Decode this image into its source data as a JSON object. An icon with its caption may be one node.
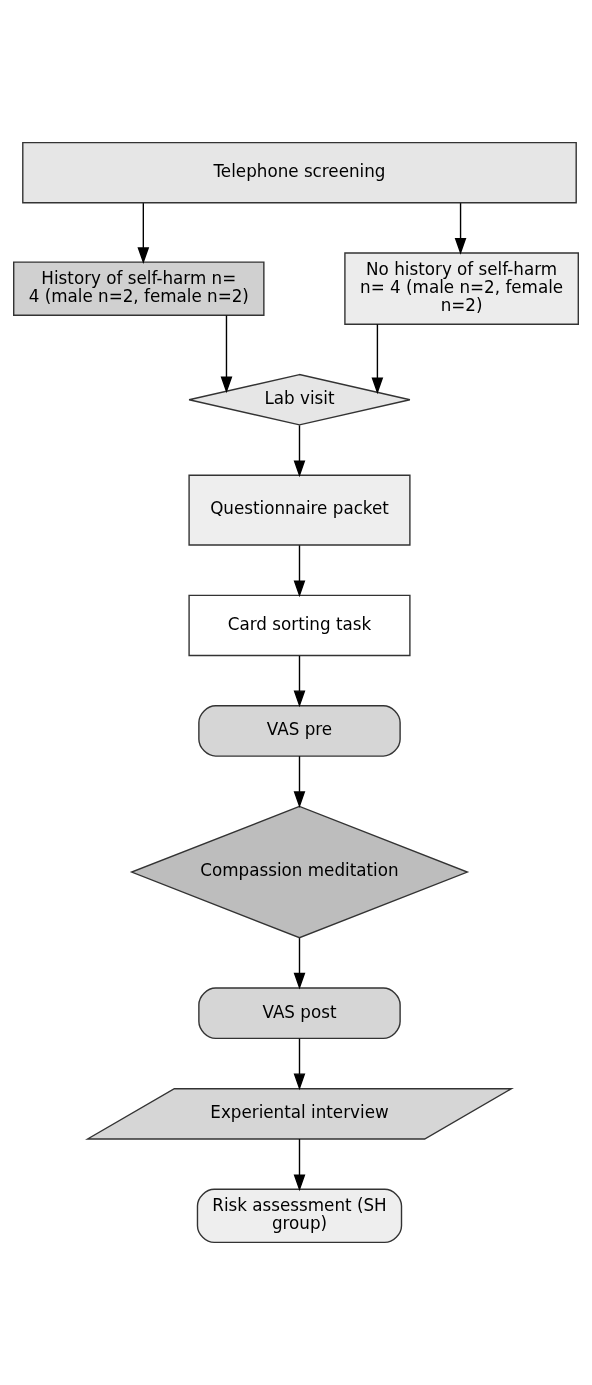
{
  "diagram": {
    "nodes": [
      {
        "text": [
          "Telephone screening"
        ]
      },
      {
        "text": [
          "History of self-harm n= 4 (male n=2, female n=2)"
        ]
      },
      {
        "text": [
          "No history of self-harm n= 4 (male n=2, female n=2)"
        ]
      },
      {
        "text": [
          "Lab visit"
        ]
      },
      {
        "text": [
          "Questionnaire packet"
        ]
      },
      {
        "text": [
          "Card sorting task"
        ]
      },
      {
        "text": [
          "VAS pre"
        ]
      },
      {
        "text": [
          "Compassion meditation"
        ]
      },
      {
        "text": [
          "VAS post"
        ]
      },
      {
        "text": [
          "Experiental interview"
        ]
      },
      {
        "text": [
          "Risk assessment (SH group)"
        ]
      }
    ],
    "edges": [
      {
        "from": 0,
        "to": 1,
        "arrow": "to"
      },
      {
        "from": 0,
        "to": 2,
        "arrow": "to"
      },
      {
        "from": 1,
        "to": 3,
        "arrow": "to"
      },
      {
        "from": 2,
        "to": 3,
        "arrow": "to"
      },
      {
        "from": 3,
        "to": 4,
        "arrow": "to"
      },
      {
        "from": 4,
        "to": 5,
        "arrow": "to"
      },
      {
        "from": 5,
        "to": 6,
        "arrow": "to"
      },
      {
        "from": 6,
        "to": 7,
        "arrow": "to"
      },
      {
        "from": 7,
        "to": 8,
        "arrow": "to"
      },
      {
        "from": 8,
        "to": 9,
        "arrow": "to"
      },
      {
        "from": 9,
        "to": 10,
        "arrow": "to"
      }
    ]
  }
}
